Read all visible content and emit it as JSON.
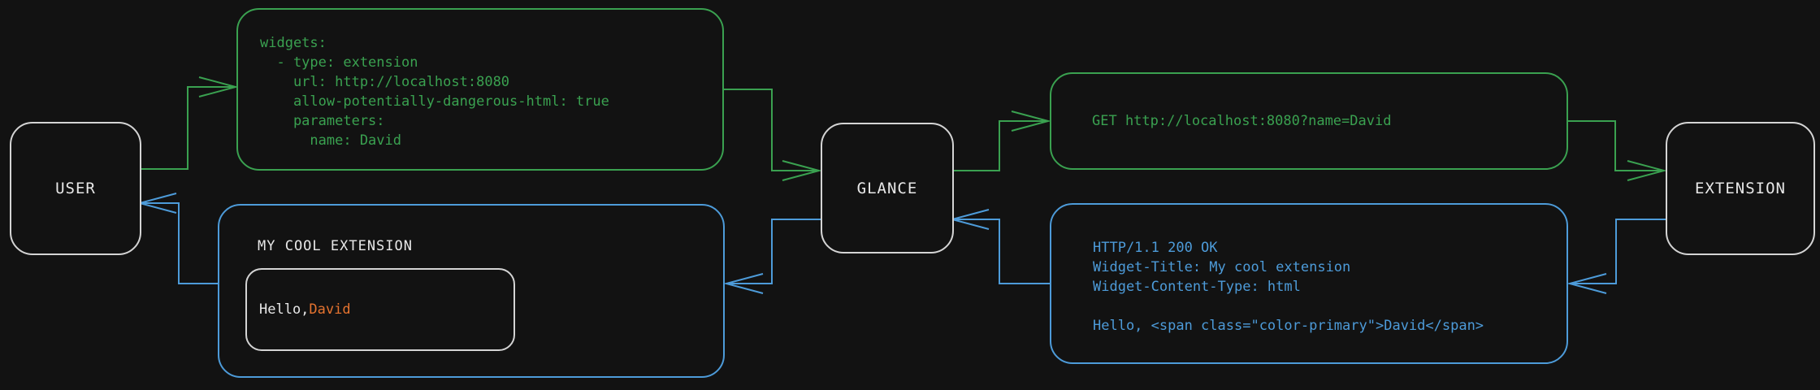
{
  "colors": {
    "bg": "#121212",
    "green": "#3aa150",
    "blue": "#4d9bd9",
    "white": "#e8e8e8",
    "node_border": "#d4d4d4",
    "orange": "#e5732f"
  },
  "nodes": {
    "user": {
      "label": "USER"
    },
    "glance": {
      "label": "GLANCE"
    },
    "extension": {
      "label": "EXTENSION"
    }
  },
  "config_box": {
    "code": "widgets:\n  - type: extension\n    url: http://localhost:8080\n    allow-potentially-dangerous-html: true\n    parameters:\n      name: David"
  },
  "request_box": {
    "code": "GET http://localhost:8080?name=David"
  },
  "response_box": {
    "code": "HTTP/1.1 200 OK\nWidget-Title: My cool extension\nWidget-Content-Type: html\n\nHello, <span class=\"color-primary\">David</span>"
  },
  "widget_box": {
    "title": "MY COOL EXTENSION",
    "greeting_prefix": "Hello, ",
    "greeting_name": "David"
  }
}
